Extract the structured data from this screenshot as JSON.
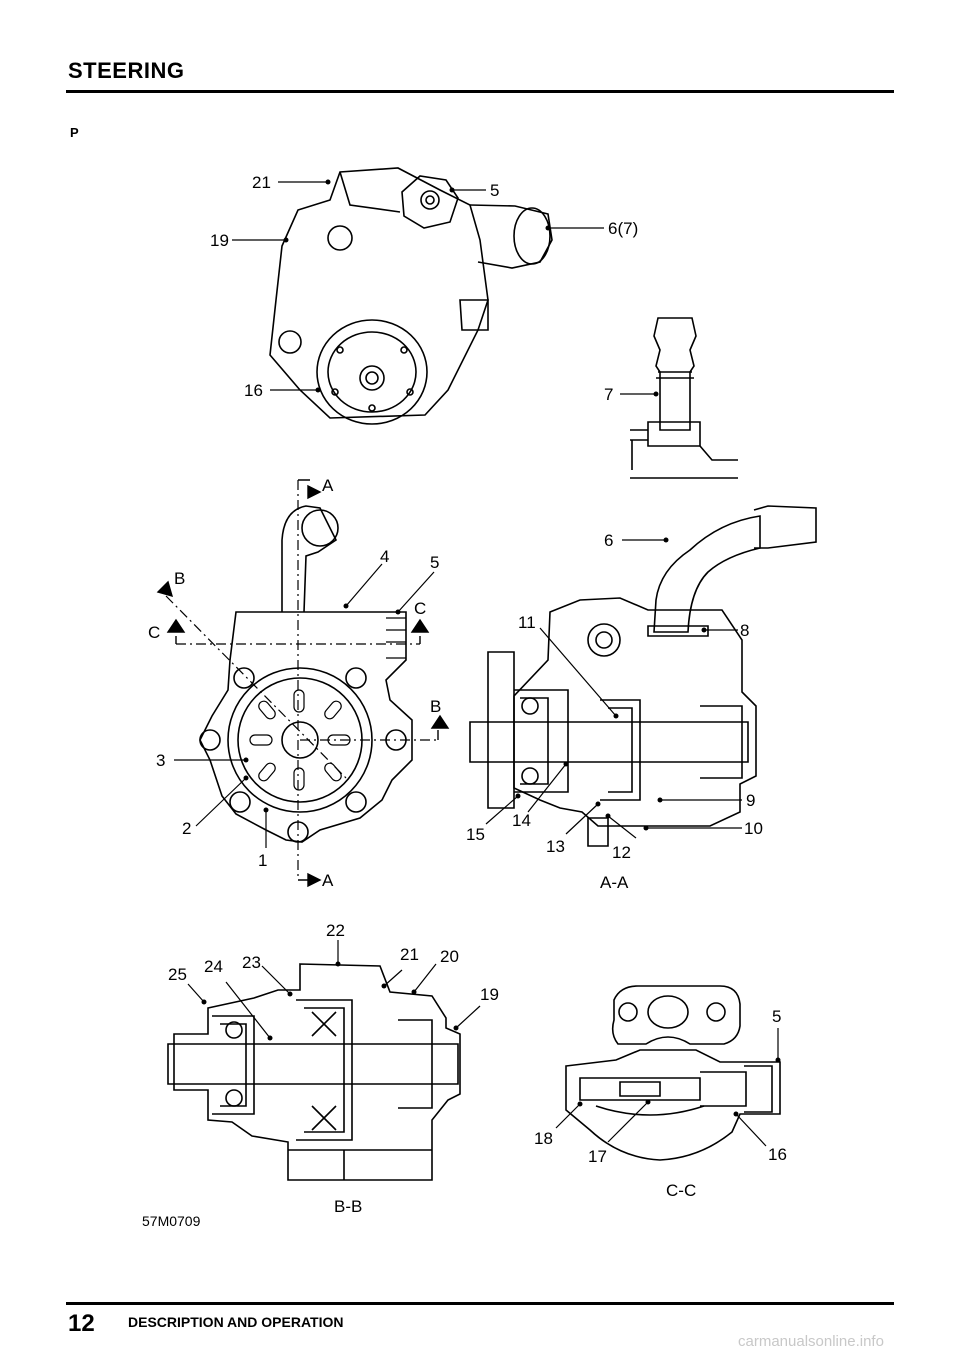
{
  "header": {
    "title": "STEERING"
  },
  "intro_label": "P",
  "figure": {
    "views": [
      {
        "id": "pump-exterior",
        "callouts": [
          "21",
          "5",
          "19",
          "6(7)",
          "16"
        ]
      },
      {
        "id": "outlet-pipe-detail",
        "callouts": [
          "7"
        ]
      },
      {
        "id": "front-view",
        "callouts": [
          "A",
          "A",
          "B",
          "B",
          "C",
          "C",
          "4",
          "5",
          "3",
          "2",
          "1"
        ]
      },
      {
        "id": "section-a-a",
        "title": "A-A",
        "callouts": [
          "6",
          "11",
          "8",
          "9",
          "10",
          "15",
          "14",
          "13",
          "12"
        ]
      },
      {
        "id": "section-b-b",
        "title": "B-B",
        "callouts": [
          "22",
          "25",
          "24",
          "23",
          "21",
          "20",
          "19"
        ]
      },
      {
        "id": "section-c-c",
        "title": "C-C",
        "callouts": [
          "5",
          "18",
          "17",
          "16"
        ]
      }
    ],
    "reference": "57M0709"
  },
  "footer": {
    "page_number": "12",
    "section": "DESCRIPTION AND OPERATION",
    "watermark": "carmanualsonline.info"
  }
}
